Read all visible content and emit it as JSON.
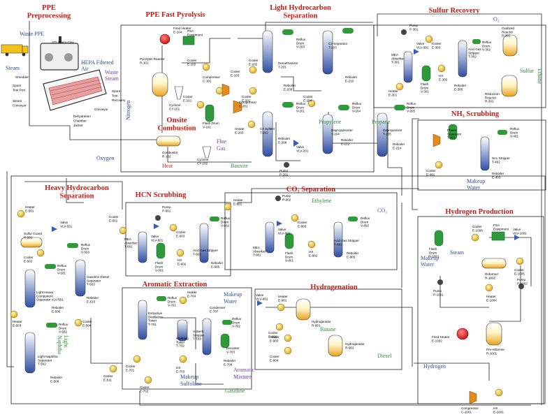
{
  "colors": {
    "section": "#cc1a12",
    "pipe": "#222222",
    "green": "#2f9a3a",
    "blue": "#3a5fb0",
    "orange": "#e58a1f",
    "yellow": "#f2d24a",
    "purple": "#7a3aa8",
    "red": "#d41e1e"
  },
  "sections": {
    "ppe_pre": "PPE\nPreprocessing",
    "ppe_fast": "PPE Fast Pyrolysis",
    "light_hc": "Light Hydrocarbon\nSeparation",
    "sulfur": "Sulfur Recovery",
    "nh3": "NH₃ Scrubbing",
    "onsite": "Onsite\nCombustion",
    "heavy_hc": "Heavy Hydrocarbon\nSeparation",
    "hcn": "HCN Scrubbing",
    "co2": "CO₂ Separation",
    "h2prod": "Hydrogen Production",
    "aromatic": "Aromatic Extraction",
    "hydrogenation": "Hydrogenation"
  },
  "streams": {
    "waste_ppe": "Waste PPE",
    "steam_in": "Steam",
    "hepa": "HEPA Filtered\nAir",
    "waste_steam": "Waste\nSteam",
    "nitrogen": "Nitrogen",
    "oxygen": "Oxygen",
    "heat": "Heat",
    "flue_gas": "Flue\nGas",
    "bauxite": "Bauxite",
    "propylene": "Propylene",
    "propane": "Propane",
    "o2": "O₂",
    "sulfur": "Sulfur",
    "ethane": "Ethane",
    "makeup_water_nh3": "Makeup\nWater",
    "ethylene": "Ethylene",
    "co2": "CO₂",
    "makeup_water_h2": "Makeup\nWater",
    "steam_h2": "Steam",
    "butane": "Butane",
    "diesel": "Diesel",
    "hydrogen": "Hydrogen",
    "light_naphtha": "Light\nNaphtha",
    "makeup_water_ae": "Makeup\nWater",
    "aromatic_mixture": "Aromatic\nMixture",
    "makeup_sulfolane": "Makeup\nSulfolane",
    "gasoline": "Gasoline"
  },
  "labels": {
    "sti": "STI-Chem-Clav",
    "shredder": "Shredder",
    "spore_port": "Spore\nTest Port",
    "steam_conv": "Steam\nConveyor",
    "dehyd": "Dehydration\nChamber\nJacket",
    "spore_recov": "Spore\nTest\nRecovery",
    "conveyor": "Conveyor",
    "pyro": "Pyrolysis Reactor\nR-101",
    "fired_heater": "Fired Heater\nE-104",
    "psa1": "PSA\nEquipment",
    "cooler_e102": "Cooler\nE-102",
    "comp_c101": "Compressor\nC-101",
    "cyclone1": "Cyclone\nCY-101",
    "cooler_e101": "Cooler\nE-101",
    "comp_c201": "Compressor\nC-201",
    "flash_v101": "Flash Drum\nV-101",
    "cooler_e103": "Cooler\nE-103",
    "cooler_e202": "Cooler\nE-202",
    "cooler_e201": "Cooler\nE-201",
    "demeth": "Demethanizer\nT-201",
    "reflux_v203": "Reflux\nDrum\nV-203",
    "reboiler_e206": "Reboiler\nE-206",
    "c2sep": "C2 Separator\nT-203",
    "reboiler_e210": "Reboiler\nE-210",
    "reflux_v201": "Reflux\nDrum\nV-201",
    "heater_e203": "Heater\nE-203",
    "cooler_e204": "Cooler\nE-204",
    "reflux_v204": "Reflux\nDrum\nV-204",
    "reflux_v205": "Reflux\nDrum\nV-205",
    "c2split": "C2 Splitter\nT-202",
    "reboiler_e208": "Reboiler\nE-208",
    "valve_v201": "Valve\nVLV-201",
    "depropyl": "Depropylenizer\nT-204",
    "reboiler_e212": "Reboiler\nE-212",
    "deprop": "Depropanizer\nT-205",
    "reboiler_e214": "Reboiler\nE-214",
    "pump_p201": "Pump\nP-201",
    "combustor": "Combustor\nR-102",
    "cyclone2": "Cyclone\nCY-102",
    "pump_p301": "Pump\nP-301",
    "valve_v301": "Valve\nVLV-301",
    "cooler_e303": "Cooler\nE-303",
    "mea_t301": "MEA\nAbsorber\nT-301",
    "flash_v301": "Flash\nDrum\nV-301",
    "hx_e302": "HX\nE-302",
    "agstrip_t302": "Acid Gas\nStripper\nT-302",
    "reboiler_e305": "Reboiler\nE-305",
    "reflux_v302": "Reflux\nDrum\nV-302",
    "ox_r301": "Oxidized\nReactor\nR-301",
    "red_r302": "Reduction\nReactor\nR-302",
    "heater_e301": "Heater\nE-301",
    "phase_sep": "Phase\nSeparator\nT-401",
    "reflux_v401": "Reflux\nDrum\nV-401",
    "nh3_strip": "NH₃ Stripper\nT-402",
    "cooler_e401": "Cooler\nE-401",
    "reboiler_e403": "Reboiler\nE-403",
    "heater_e501": "Heater\nE-501",
    "valve_v501": "Valve\nVLV-501",
    "sulfur_guard": "Sulfur Guard\nR-501",
    "cooler_e502": "Cooler\nE-502",
    "reflux_v501": "Reflux\nDrum\nV-501",
    "lhc_sep": "Light Heavy\nComponent\nSeparator VLV-501",
    "reboiler_e506": "Reboiler\nE-506",
    "heater_e503": "Heater\nE-503",
    "reflux_v502": "Reflux\nDrum\nV-502",
    "ln_sep": "Light Naphtha\nSeparator\nT-502",
    "reboiler_e508": "Reboiler\nE-508",
    "reflux_v503": "Reflux\nDrum\nV-503",
    "gd_sep": "Gasoline Diesel\nSeparator\nT-503",
    "reboiler_e510": "Reboiler\nE-510",
    "cooler_e504": "Cooler\nE-504",
    "cooler_e511": "Cooler\nE-511",
    "cooler_e601": "Cooler\nE-601",
    "pump_p601": "Pump\nP-601",
    "valve_v601": "Valve\nVLV-601",
    "mea_t601": "MEA\nAbsorber\nT-601",
    "cooler_e603": "Cooler\nE-603",
    "reflux_v602": "Reflux\nDrum\nV-602",
    "flash_v601": "Flash\nDrum\nV-601",
    "hx_e602": "HX\nE-602",
    "agstrip_t602": "Acid Gas Stripper\nT-602",
    "reboiler_e605": "Reboiler\nE-605",
    "heater_e801": "Heater\nE-801",
    "pump_p802": "Pump\nP-802",
    "valve_v801": "Valve\nVLV-801",
    "cooler_e803": "Cooler\nE-803",
    "reflux_v802": "Reflux\nDrum\nV-802",
    "mea_t801": "MEA\nAbsorber\nT-801",
    "flash_v801": "Flash\nDrum\nV-801",
    "hx_e802": "HX\nE-802",
    "agstrip_t802": "Acid Gas Stripper\nT-802",
    "reboiler_e805": "Reboiler\nE-805",
    "cooler_e1006": "Cooler\nE-1006",
    "psa2": "PSA\nEquipment",
    "valve_v1001": "Valve\nVLV-1001",
    "flash_v1001": "Flash\nDrum\nV-1001",
    "reformer": "Reformer\nR-1002",
    "cooler_e1005": "Cooler\nE-1005",
    "pump_p1001": "Pump\nP-1001",
    "heater_e1004": "Heater\nE-1004",
    "pump_p1002": "Pump\nP-1002",
    "fired_e1002": "Fired Heater\nE-1002",
    "prereformer": "Pre-reformer\nR-1001",
    "comp_c1001": "Compressor\nC-1001",
    "hx_e1001": "HX\nE-1001",
    "reflux_v701": "Reflux\nDrum\nV-701",
    "heater_e704": "Heater\nE-704",
    "edt": "Extractive\nDistillation\nTower\nT-701",
    "wash_t702": "Washing\nTower\nT-702",
    "solv_strip": "Solvent\nStripper\nT-703",
    "condenser_e707": "Condenser\nE-707",
    "reflux_v702": "Reflux\nDrum\nV-702",
    "decanter": "Decanter\nV-703",
    "reboiler_e708": "Reboiler\nE-708",
    "hx_e703": "HX\nE-703",
    "cooler_e701": "Cooler\nE-701",
    "cooler_e702": "Cooler\nE-702",
    "valve_v901": "Valve\nVLV-901",
    "heater_e901": "Heater\nE-901",
    "hydro_r901": "Hydrogenator\nR-901",
    "cooler_e902": "Cooler\nE-902",
    "heater_e903": "Heater\nE-903",
    "cooler_e904": "Cooler\nE-904",
    "hydro_r902": "Hydrogenator\nR-902"
  }
}
